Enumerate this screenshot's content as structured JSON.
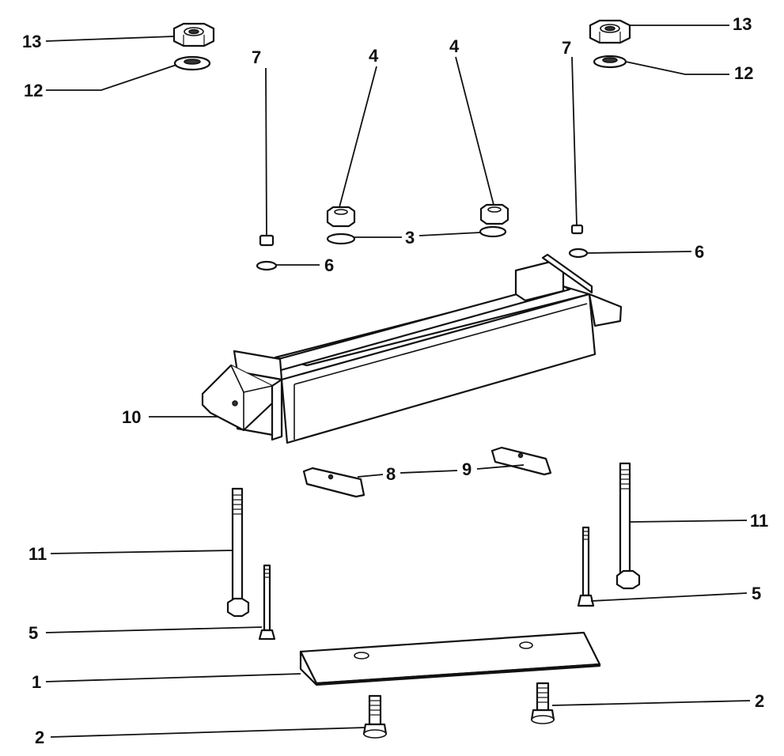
{
  "callouts": {
    "c1": "1",
    "c2_left": "2",
    "c2_right": "2",
    "c3": "3",
    "c4_left": "4",
    "c4_right": "4",
    "c5_left": "5",
    "c5_right": "5",
    "c6_left": "6",
    "c6_right": "6",
    "c7_left": "7",
    "c7_right": "7",
    "c8": "8",
    "c9": "9",
    "c10": "10",
    "c11_left": "11",
    "c11_right": "11",
    "c12_left": "12",
    "c12_right": "12",
    "c13_left": "13",
    "c13_right": "13"
  }
}
